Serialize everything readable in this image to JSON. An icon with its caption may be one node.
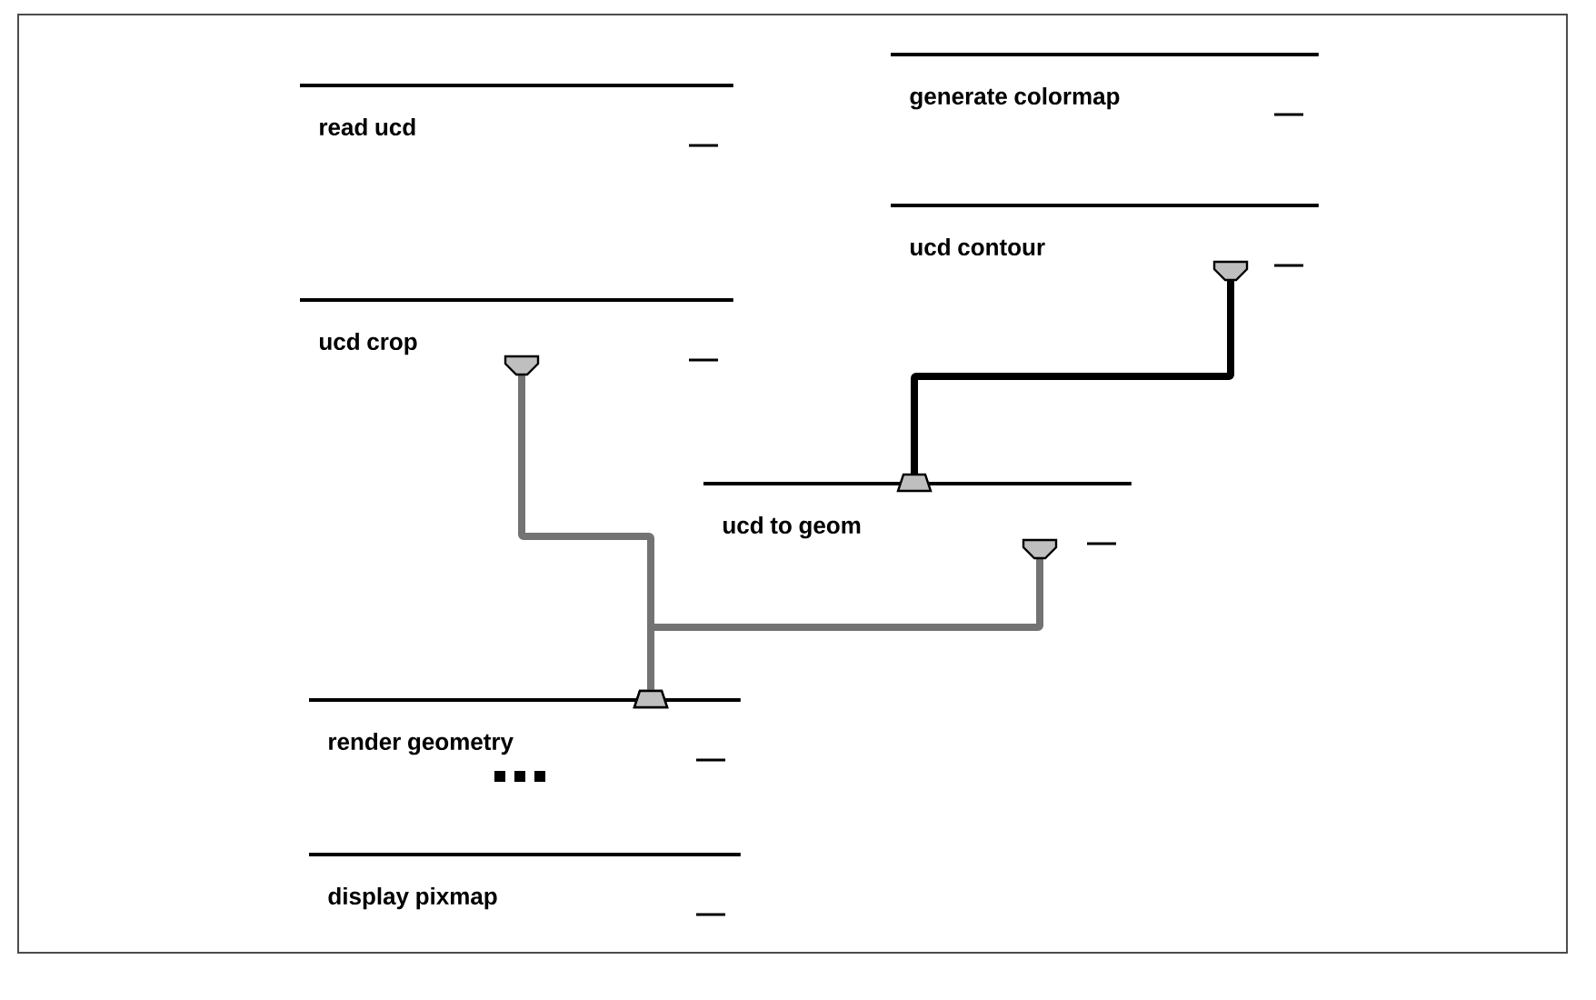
{
  "diagram": {
    "nodes": [
      {
        "text": [
          "read ucd"
        ]
      },
      {
        "text": [
          "generate colormap"
        ]
      },
      {
        "text": [
          "ucd contour"
        ]
      },
      {
        "text": [
          "ucd crop"
        ]
      },
      {
        "text": [
          "ucd to geom"
        ]
      },
      {
        "text": [
          "render geometry"
        ]
      },
      {
        "text": [
          "display pixmap"
        ]
      }
    ],
    "edges": [
      {
        "from": 3,
        "to": 5,
        "arrow": "other"
      },
      {
        "from": 4,
        "to": 5,
        "arrow": "other"
      },
      {
        "from": 2,
        "to": 4,
        "arrow": "other",
        "color": "#000000"
      }
    ]
  }
}
